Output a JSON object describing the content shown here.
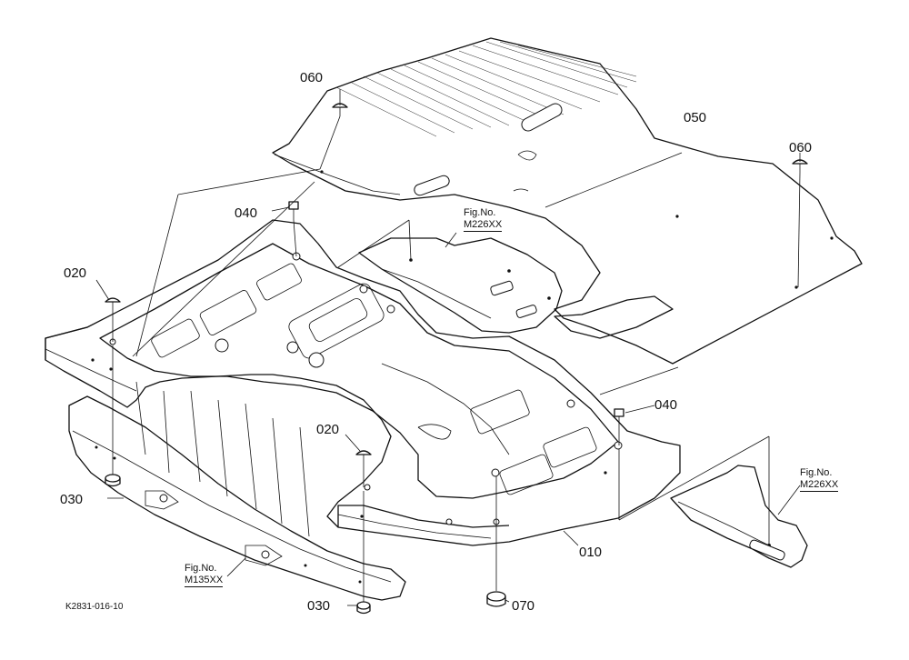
{
  "parts": {
    "p010": "010",
    "p020a": "020",
    "p020b": "020",
    "p030a": "030",
    "p030b": "030",
    "p040a": "040",
    "p040b": "040",
    "p050": "050",
    "p060a": "060",
    "p060b": "060",
    "p070": "070"
  },
  "figure_refs": {
    "ref1_line1": "Fig.No.",
    "ref1_line2": "M226XX",
    "ref2_line1": "Fig.No.",
    "ref2_line2": "M226XX",
    "ref3_line1": "Fig.No.",
    "ref3_line2": "M135XX"
  },
  "diagram_code": "K2831-016-10"
}
